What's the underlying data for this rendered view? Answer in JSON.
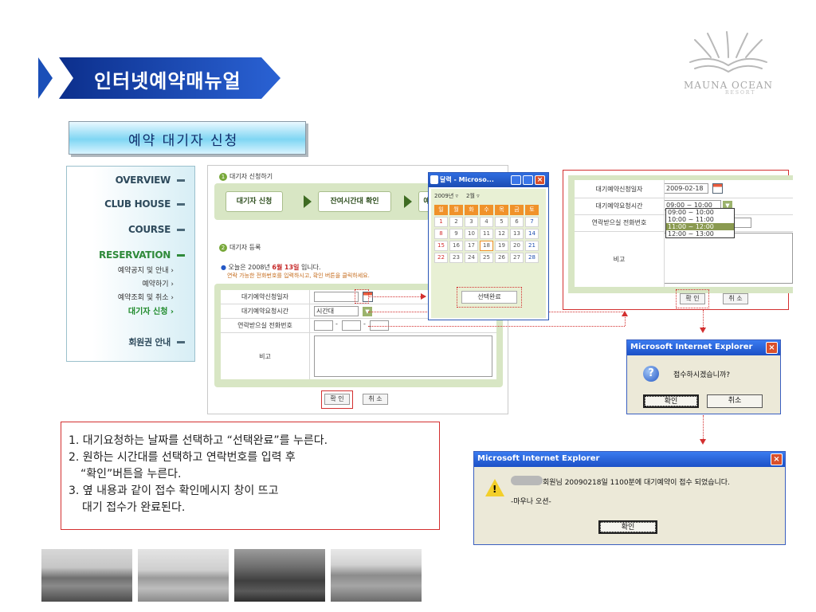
{
  "header": {
    "title": "인터넷예약매뉴얼",
    "logo_text": "MAUNA OCEAN",
    "logo_sub": "RESORT"
  },
  "section": {
    "title": "예약 대기자 신청"
  },
  "nav": {
    "items": [
      "OVERVIEW",
      "CLUB HOUSE",
      "COURSE",
      "RESERVATION",
      "회원권 안내"
    ],
    "sub_items": [
      "예약공지 및 안내 ›",
      "예약하기 ›",
      "예약조회 및 취소 ›",
      "대기자 신청 ›"
    ]
  },
  "form": {
    "step1_title": "대기자 신청하기",
    "steps": [
      "대기자 신청",
      "잔여시간대 확인",
      "예"
    ],
    "step2_title": "대기자 등록",
    "today_prefix": "오늘은 2008년 ",
    "today_month": "6월",
    "today_day": "13일",
    "today_suffix": " 입니다.",
    "today_note": "연락 가능한 전화번호를 입력하시고, 확인 버튼을 클릭하세요.",
    "labels": [
      "대기예약신청일자",
      "대기예약요청시간",
      "연락받으실 전화번호",
      "비고"
    ],
    "time_value": "시간대",
    "phone_sep": "-",
    "confirm": "확 인",
    "cancel": "취 소"
  },
  "calendar": {
    "title": "달력 - Microso...",
    "year": "2009년 ▿",
    "month": "2월 ▿",
    "days_head": [
      "일",
      "월",
      "화",
      "수",
      "목",
      "금",
      "토"
    ],
    "weeks": [
      [
        "1",
        "2",
        "3",
        "4",
        "5",
        "6",
        "7"
      ],
      [
        "8",
        "9",
        "10",
        "11",
        "12",
        "13",
        "14"
      ],
      [
        "15",
        "16",
        "17",
        "18",
        "19",
        "20",
        "21"
      ],
      [
        "22",
        "23",
        "24",
        "25",
        "26",
        "27",
        "28"
      ]
    ],
    "done_button": "선택완료"
  },
  "right_panel": {
    "labels": [
      "대기예약신청일자",
      "대기예약요청시간",
      "연락받으실 전화번호",
      "비고"
    ],
    "date_value": "2009-02-18",
    "time_value": "09:00 ~ 10:00",
    "options": [
      "09:00 ~ 10:00",
      "10:00 ~ 11:00",
      "11:00 ~ 12:00",
      "12:00 ~ 13:00"
    ],
    "confirm": "확 인",
    "cancel": "취 소"
  },
  "dialog1": {
    "title": "Microsoft Internet Explorer",
    "message": "접수하시겠습니까?",
    "ok": "확인",
    "cancel": "취소"
  },
  "dialog2": {
    "title": "Microsoft Internet Explorer",
    "message": "회원님 20090218일 1100분에 대기예약이 접수 되었습니다.",
    "signature": "-마우나 오션-",
    "ok": "확인"
  },
  "instructions": [
    "1. 대기요청하는 날짜를 선택하고 “선택완료”를 누른다.",
    "2. 원하는 시간대를 선택하고 연락번호를 입력 후",
    "“확인”버튼을 누른다.",
    "3. 옆 내용과 같이 접수 확인메시지 창이 뜨고",
    "대기 접수가 완료된다."
  ],
  "colors": {
    "banner": "#1a4fb8",
    "accent_green": "#78a83a",
    "highlight_red": "#d32f2f",
    "xp_title": "#1c50c6"
  }
}
